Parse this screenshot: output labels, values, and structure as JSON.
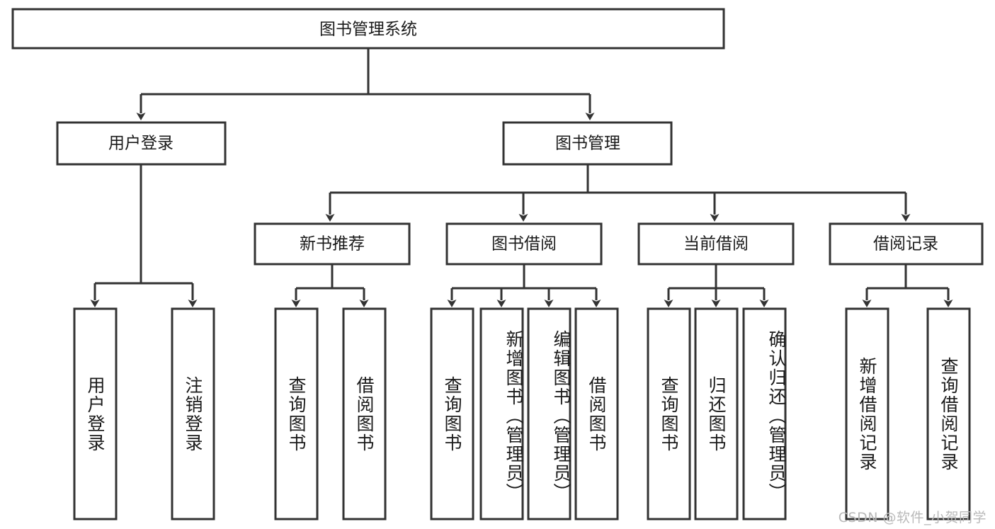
{
  "diagram": {
    "title": "图书管理系统",
    "type": "tree-hierarchy-diagram",
    "root": {
      "id": "root",
      "label": "图书管理系统"
    },
    "level2": [
      {
        "id": "user-login",
        "label": "用户登录"
      },
      {
        "id": "book-management",
        "label": "图书管理"
      }
    ],
    "level3": [
      {
        "id": "new-book-recommend",
        "label": "新书推荐",
        "parent": "book-management"
      },
      {
        "id": "book-borrow",
        "label": "图书借阅",
        "parent": "book-management"
      },
      {
        "id": "current-borrow",
        "label": "当前借阅",
        "parent": "book-management"
      },
      {
        "id": "borrow-record",
        "label": "借阅记录",
        "parent": "book-management"
      }
    ],
    "leaves": [
      {
        "id": "leaf-user-login",
        "label": "用户登录",
        "parent": "user-login"
      },
      {
        "id": "leaf-logout-login",
        "label": "注销登录",
        "parent": "user-login"
      },
      {
        "id": "leaf-query-book-1",
        "label": "查询图书",
        "parent": "new-book-recommend"
      },
      {
        "id": "leaf-borrow-book-1",
        "label": "借阅图书",
        "parent": "new-book-recommend"
      },
      {
        "id": "leaf-query-book-2",
        "label": "查询图书",
        "parent": "book-borrow"
      },
      {
        "id": "leaf-add-book",
        "label": "新增图书（管理员）",
        "parent": "book-borrow"
      },
      {
        "id": "leaf-edit-book",
        "label": "编辑图书（管理员）",
        "parent": "book-borrow"
      },
      {
        "id": "leaf-borrow-book-2",
        "label": "借阅图书",
        "parent": "book-borrow"
      },
      {
        "id": "leaf-query-book-3",
        "label": "查询图书",
        "parent": "current-borrow"
      },
      {
        "id": "leaf-return-book",
        "label": "归还图书",
        "parent": "current-borrow"
      },
      {
        "id": "leaf-confirm-return",
        "label": "确认归还（管理员）",
        "parent": "current-borrow"
      },
      {
        "id": "leaf-add-record",
        "label": "新增借阅记录",
        "parent": "borrow-record"
      },
      {
        "id": "leaf-query-record",
        "label": "查询借阅记录",
        "parent": "borrow-record"
      }
    ]
  },
  "watermark": {
    "text": "CSDN @软件_小贺同学"
  },
  "colors": {
    "stroke": "#333333",
    "fill": "#ffffff",
    "text": "#1a1a1a",
    "watermark": "#b9b9b9"
  }
}
